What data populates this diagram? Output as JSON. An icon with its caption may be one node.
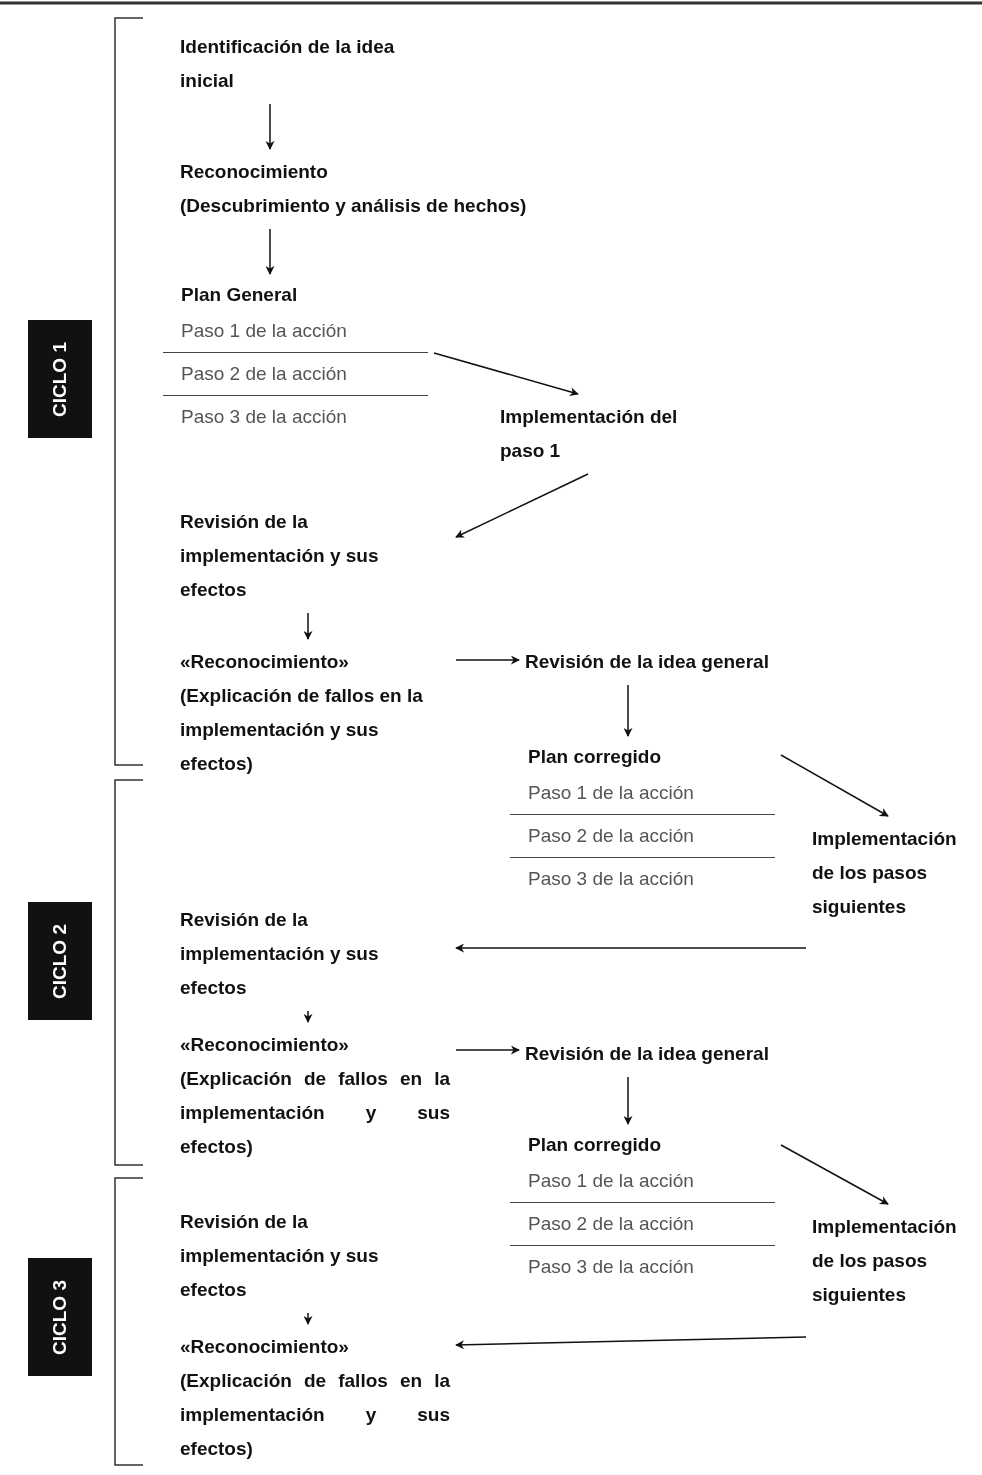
{
  "diagram": {
    "nodes": [
      {
        "text": [
          "Identificación de la idea inicial"
        ]
      },
      {
        "text": [
          "Reconocimiento",
          "(Descubrimiento y análisis de hechos)"
        ]
      },
      {
        "text": [
          "Plan General",
          "Paso 1 de la acción",
          "Paso 2 de la acción",
          "Paso 3 de la acción"
        ]
      },
      {
        "text": [
          "Implementación del paso 1"
        ]
      },
      {
        "text": [
          "Revisión de la implementación y sus efectos"
        ]
      },
      {
        "text": [
          "«Reconocimiento»",
          "(Explicación de fallos en la implementación y sus efectos)"
        ]
      },
      {
        "text": [
          "Revisión de la idea general"
        ]
      },
      {
        "text": [
          "Plan corregido",
          "Paso 1 de la acción",
          "Paso 2 de la acción",
          "Paso 3 de la acción"
        ]
      },
      {
        "text": [
          "Implementación de los pasos siguientes"
        ]
      },
      {
        "text": [
          "Revisión de la implementación y sus efectos"
        ]
      },
      {
        "text": [
          "«Reconocimiento»",
          "(Explicación de fallos en la implementación y sus efectos)"
        ]
      },
      {
        "text": [
          "Revisión de la idea general"
        ]
      },
      {
        "text": [
          "Plan corregido",
          "Paso 1 de la acción",
          "Paso 2 de la acción",
          "Paso 3 de la acción"
        ]
      },
      {
        "text": [
          "Implementación de los pasos siguientes"
        ]
      },
      {
        "text": [
          "Revisión de la implementación y sus efectos"
        ]
      },
      {
        "text": [
          "«Reconocimiento»",
          "(Explicación de fallos en la implementación y sus efectos)"
        ]
      },
      {
        "text": [
          "CICLO 1"
        ]
      },
      {
        "text": [
          "CICLO 2"
        ]
      },
      {
        "text": [
          "CICLO 3"
        ]
      }
    ],
    "edges": [
      {
        "from": 0,
        "to": 1,
        "arrow": "to"
      },
      {
        "from": 1,
        "to": 2,
        "arrow": "to"
      },
      {
        "from": 2,
        "to": 3,
        "arrow": "to"
      },
      {
        "from": 3,
        "to": 4,
        "arrow": "to"
      },
      {
        "from": 4,
        "to": 5,
        "arrow": "to"
      },
      {
        "from": 5,
        "to": 6,
        "arrow": "to"
      },
      {
        "from": 6,
        "to": 7,
        "arrow": "to"
      },
      {
        "from": 7,
        "to": 8,
        "arrow": "to"
      },
      {
        "from": 8,
        "to": 9,
        "arrow": "to"
      },
      {
        "from": 9,
        "to": 10,
        "arrow": "to"
      },
      {
        "from": 10,
        "to": 11,
        "arrow": "to"
      },
      {
        "from": 11,
        "to": 12,
        "arrow": "to"
      },
      {
        "from": 12,
        "to": 13,
        "arrow": "to"
      },
      {
        "from": 13,
        "to": 15,
        "arrow": "to"
      },
      {
        "from": 14,
        "to": 15,
        "arrow": "to"
      }
    ]
  }
}
